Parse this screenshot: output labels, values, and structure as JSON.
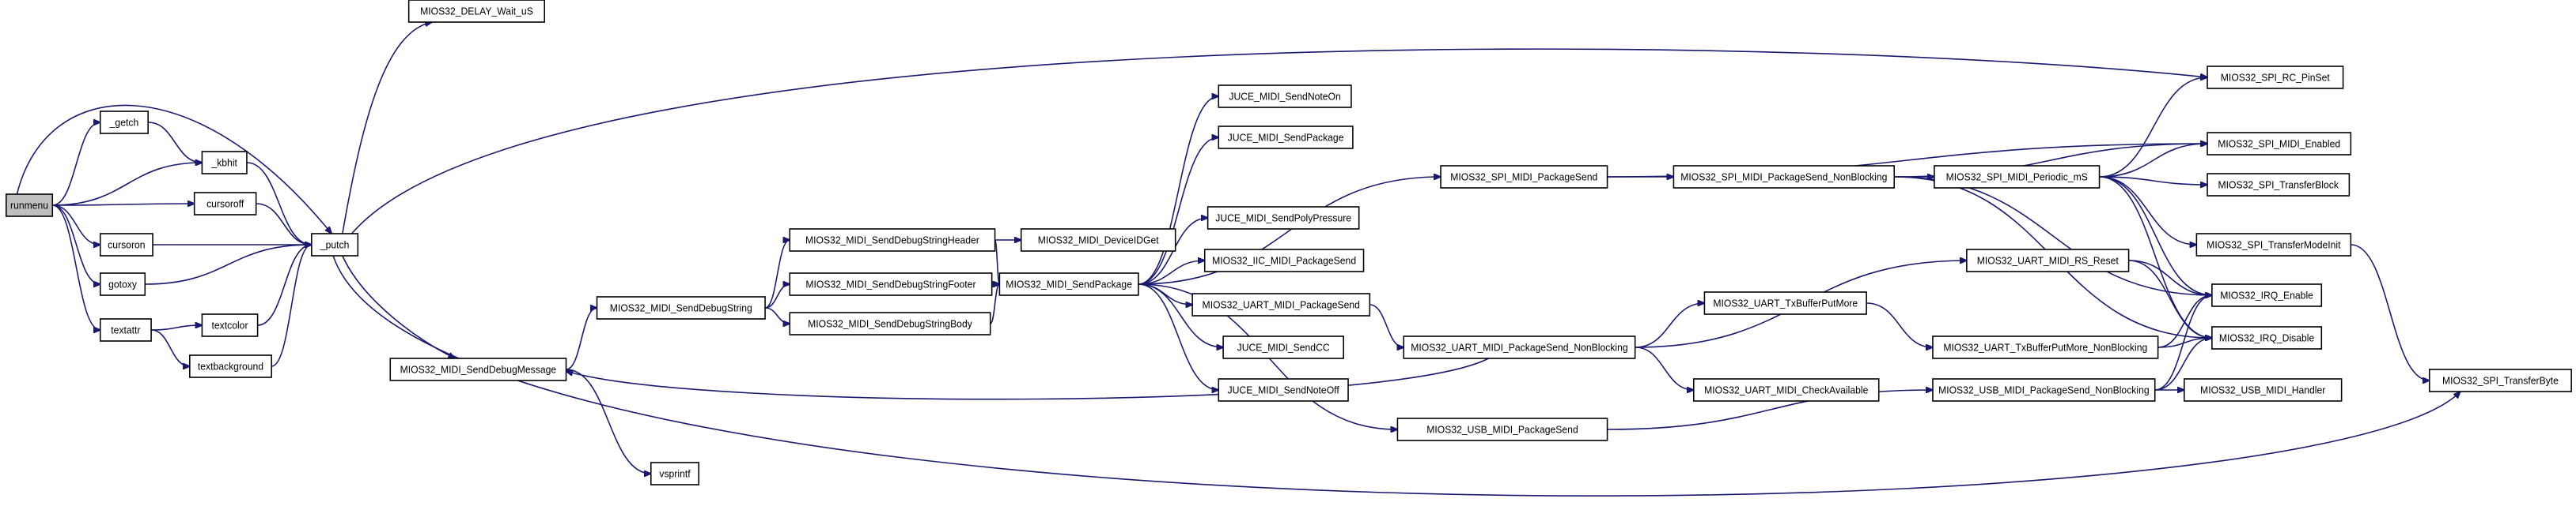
{
  "graph": {
    "root": "runmenu",
    "nodes": [
      {
        "id": "runmenu",
        "label": "runmenu"
      },
      {
        "id": "getch",
        "label": "_getch"
      },
      {
        "id": "kbhit",
        "label": "_kbhit"
      },
      {
        "id": "cursoroff",
        "label": "cursoroff"
      },
      {
        "id": "cursoron",
        "label": "cursoron"
      },
      {
        "id": "gotoxy",
        "label": "gotoxy"
      },
      {
        "id": "textattr",
        "label": "textattr"
      },
      {
        "id": "textcolor",
        "label": "textcolor"
      },
      {
        "id": "textbackground",
        "label": "textbackground"
      },
      {
        "id": "putch",
        "label": "_putch"
      },
      {
        "id": "delay",
        "label": "MIOS32_DELAY_Wait_uS"
      },
      {
        "id": "senddbgmsg",
        "label": "MIOS32_MIDI_SendDebugMessage"
      },
      {
        "id": "vsprintf",
        "label": "vsprintf"
      },
      {
        "id": "senddbgstr",
        "label": "MIOS32_MIDI_SendDebugString"
      },
      {
        "id": "hdr",
        "label": "MIOS32_MIDI_SendDebugStringHeader"
      },
      {
        "id": "ftr",
        "label": "MIOS32_MIDI_SendDebugStringFooter"
      },
      {
        "id": "body",
        "label": "MIOS32_MIDI_SendDebugStringBody"
      },
      {
        "id": "devid",
        "label": "MIOS32_MIDI_DeviceIDGet"
      },
      {
        "id": "sendpkg",
        "label": "MIOS32_MIDI_SendPackage"
      },
      {
        "id": "juce_noteon",
        "label": "JUCE_MIDI_SendNoteOn"
      },
      {
        "id": "juce_pkg",
        "label": "JUCE_MIDI_SendPackage"
      },
      {
        "id": "juce_poly",
        "label": "JUCE_MIDI_SendPolyPressure"
      },
      {
        "id": "iic_pkg",
        "label": "MIOS32_IIC_MIDI_PackageSend"
      },
      {
        "id": "uart_pkg",
        "label": "MIOS32_UART_MIDI_PackageSend"
      },
      {
        "id": "juce_cc",
        "label": "JUCE_MIDI_SendCC"
      },
      {
        "id": "juce_noteoff",
        "label": "JUCE_MIDI_SendNoteOff"
      },
      {
        "id": "spi_pkg",
        "label": "MIOS32_SPI_MIDI_PackageSend"
      },
      {
        "id": "spi_pkg_nb",
        "label": "MIOS32_SPI_MIDI_PackageSend_NonBlocking"
      },
      {
        "id": "spi_periodic",
        "label": "MIOS32_SPI_MIDI_Periodic_mS"
      },
      {
        "id": "uart_pkg_nb",
        "label": "MIOS32_UART_MIDI_PackageSend_NonBlocking"
      },
      {
        "id": "uart_putmore",
        "label": "MIOS32_UART_TxBufferPutMore"
      },
      {
        "id": "uart_check",
        "label": "MIOS32_UART_MIDI_CheckAvailable"
      },
      {
        "id": "usb_pkg",
        "label": "MIOS32_USB_MIDI_PackageSend"
      },
      {
        "id": "uart_rsreset",
        "label": "MIOS32_UART_MIDI_RS_Reset"
      },
      {
        "id": "uart_putmore_nb",
        "label": "MIOS32_UART_TxBufferPutMore_NonBlocking"
      },
      {
        "id": "usb_pkg_nb",
        "label": "MIOS32_USB_MIDI_PackageSend_NonBlocking"
      },
      {
        "id": "spi_rc",
        "label": "MIOS32_SPI_RC_PinSet"
      },
      {
        "id": "spi_enabled",
        "label": "MIOS32_SPI_MIDI_Enabled"
      },
      {
        "id": "spi_block",
        "label": "MIOS32_SPI_TransferBlock"
      },
      {
        "id": "spi_mode",
        "label": "MIOS32_SPI_TransferModeInit"
      },
      {
        "id": "irq_en",
        "label": "MIOS32_IRQ_Enable"
      },
      {
        "id": "irq_dis",
        "label": "MIOS32_IRQ_Disable"
      },
      {
        "id": "usb_handler",
        "label": "MIOS32_USB_MIDI_Handler"
      },
      {
        "id": "spi_byte",
        "label": "MIOS32_SPI_TransferByte"
      }
    ],
    "edges": [
      [
        "runmenu",
        "getch"
      ],
      [
        "runmenu",
        "kbhit"
      ],
      [
        "runmenu",
        "putch"
      ],
      [
        "runmenu",
        "cursoroff"
      ],
      [
        "runmenu",
        "cursoron"
      ],
      [
        "runmenu",
        "gotoxy"
      ],
      [
        "runmenu",
        "textattr"
      ],
      [
        "getch",
        "kbhit"
      ],
      [
        "kbhit",
        "putch"
      ],
      [
        "cursoroff",
        "putch"
      ],
      [
        "cursoron",
        "putch"
      ],
      [
        "gotoxy",
        "putch"
      ],
      [
        "textattr",
        "textcolor"
      ],
      [
        "textattr",
        "textbackground"
      ],
      [
        "textcolor",
        "putch"
      ],
      [
        "textbackground",
        "putch"
      ],
      [
        "putch",
        "delay"
      ],
      [
        "putch",
        "spi_rc"
      ],
      [
        "putch",
        "senddbgmsg"
      ],
      [
        "putch",
        "spi_byte"
      ],
      [
        "senddbgmsg",
        "senddbgstr"
      ],
      [
        "senddbgmsg",
        "vsprintf"
      ],
      [
        "senddbgstr",
        "hdr"
      ],
      [
        "senddbgstr",
        "ftr"
      ],
      [
        "senddbgstr",
        "body"
      ],
      [
        "hdr",
        "devid"
      ],
      [
        "hdr",
        "sendpkg"
      ],
      [
        "ftr",
        "sendpkg"
      ],
      [
        "body",
        "sendpkg"
      ],
      [
        "sendpkg",
        "juce_noteon"
      ],
      [
        "sendpkg",
        "juce_pkg"
      ],
      [
        "sendpkg",
        "spi_pkg"
      ],
      [
        "sendpkg",
        "juce_poly"
      ],
      [
        "sendpkg",
        "iic_pkg"
      ],
      [
        "sendpkg",
        "uart_pkg"
      ],
      [
        "sendpkg",
        "juce_cc"
      ],
      [
        "sendpkg",
        "juce_noteoff"
      ],
      [
        "sendpkg",
        "usb_pkg"
      ],
      [
        "spi_pkg",
        "spi_pkg_nb"
      ],
      [
        "spi_pkg",
        "spi_enabled"
      ],
      [
        "spi_pkg_nb",
        "spi_periodic"
      ],
      [
        "spi_pkg_nb",
        "spi_enabled"
      ],
      [
        "spi_pkg_nb",
        "irq_en"
      ],
      [
        "spi_pkg_nb",
        "irq_dis"
      ],
      [
        "spi_periodic",
        "spi_rc"
      ],
      [
        "spi_periodic",
        "spi_enabled"
      ],
      [
        "spi_periodic",
        "spi_block"
      ],
      [
        "spi_periodic",
        "spi_mode"
      ],
      [
        "spi_periodic",
        "irq_en"
      ],
      [
        "spi_periodic",
        "irq_dis"
      ],
      [
        "spi_mode",
        "spi_byte"
      ],
      [
        "uart_pkg",
        "uart_pkg_nb"
      ],
      [
        "uart_pkg_nb",
        "uart_rsreset"
      ],
      [
        "uart_pkg_nb",
        "uart_putmore"
      ],
      [
        "uart_pkg_nb",
        "uart_check"
      ],
      [
        "uart_pkg_nb",
        "senddbgmsg"
      ],
      [
        "uart_putmore",
        "uart_putmore_nb"
      ],
      [
        "uart_rsreset",
        "irq_en"
      ],
      [
        "uart_rsreset",
        "irq_dis"
      ],
      [
        "uart_putmore_nb",
        "irq_en"
      ],
      [
        "uart_putmore_nb",
        "irq_dis"
      ],
      [
        "usb_pkg",
        "usb_pkg_nb"
      ],
      [
        "usb_pkg_nb",
        "usb_handler"
      ],
      [
        "usb_pkg_nb",
        "irq_en"
      ],
      [
        "usb_pkg_nb",
        "irq_dis"
      ]
    ]
  }
}
